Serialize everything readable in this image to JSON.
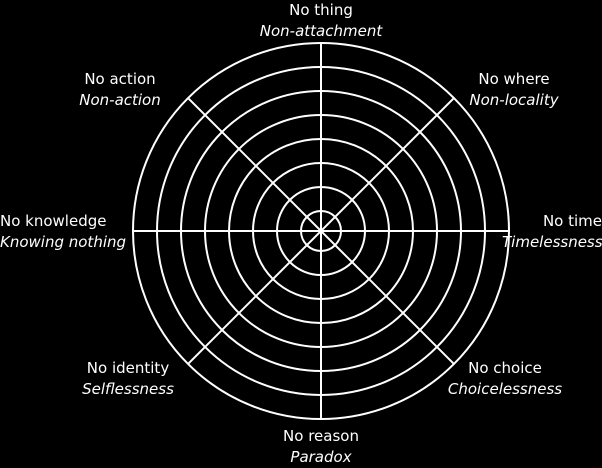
{
  "wheel": {
    "ring_count": 8,
    "stroke_color": "#ffffff",
    "background_color": "#000000"
  },
  "labels": {
    "top": {
      "title": "No thing",
      "subtitle": "Non-attachment"
    },
    "top_right": {
      "title": "No where",
      "subtitle": "Non-locality"
    },
    "right": {
      "title": "No time",
      "subtitle": "Timelessness"
    },
    "bottom_right": {
      "title": "No choice",
      "subtitle": "Choicelessness"
    },
    "bottom": {
      "title": "No reason",
      "subtitle": "Paradox"
    },
    "bottom_left": {
      "title": "No identity",
      "subtitle": "Selflessness"
    },
    "left": {
      "title": "No knowledge",
      "subtitle": "Knowing nothing"
    },
    "top_left": {
      "title": "No action",
      "subtitle": "Non-action"
    }
  }
}
